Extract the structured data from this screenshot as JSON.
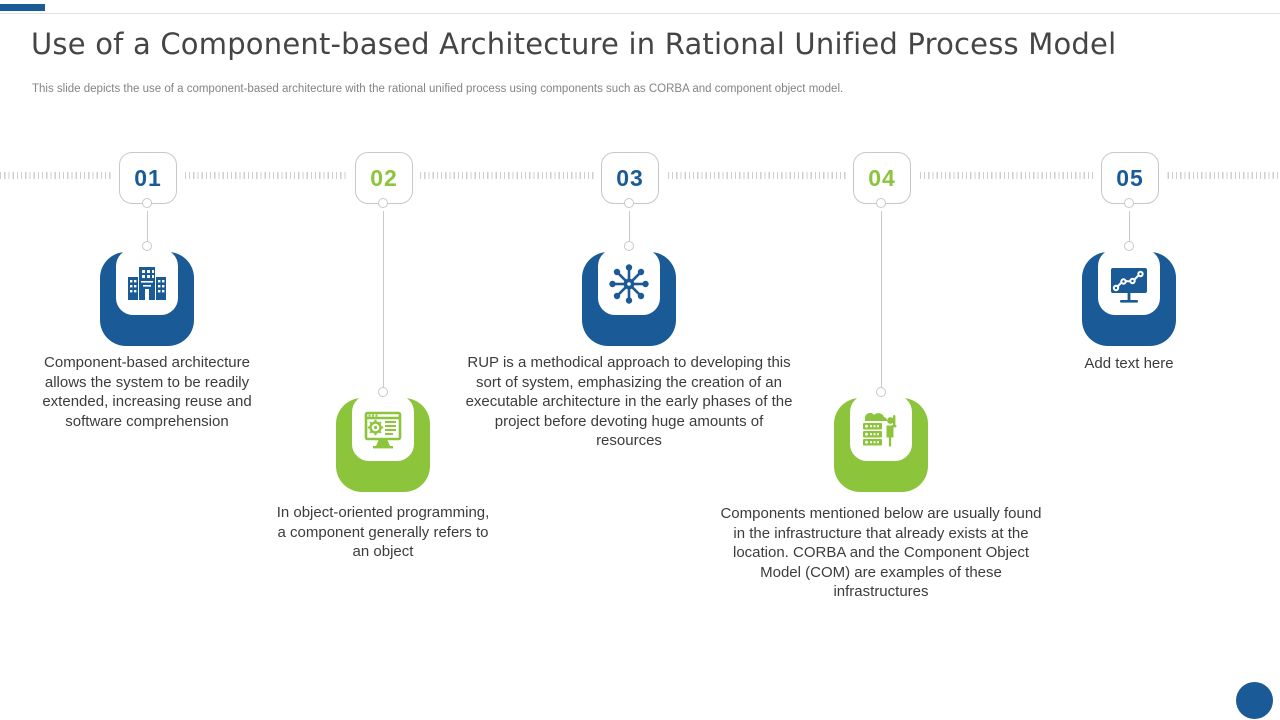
{
  "slide": {
    "title": "Use of a Component-based Architecture in Rational Unified Process Model",
    "subtitle": "This slide depicts the use of a component-based architecture with the rational unified process using components such as CORBA and component object model.",
    "colors": {
      "blue": "#1a5a96",
      "green": "#8cc43c",
      "line_gray": "#c9c9c9",
      "text_dark": "#3c3c3c",
      "text_muted": "#848484"
    }
  },
  "steps": [
    {
      "number": "01",
      "color": "blue",
      "icon": "buildings-icon",
      "text": "Component-based architecture allows the system to be readily extended, increasing reuse and software comprehension"
    },
    {
      "number": "02",
      "color": "green",
      "icon": "monitor-gear-icon",
      "text": "In object-oriented programming, a component generally refers to an object"
    },
    {
      "number": "03",
      "color": "blue",
      "icon": "network-hub-icon",
      "text": "RUP is a methodical approach to developing this sort of system, emphasizing the creation of an executable architecture in the early phases of the project before devoting huge amounts of resources"
    },
    {
      "number": "04",
      "color": "green",
      "icon": "server-technician-icon",
      "text": "Components mentioned below are usually found in the infrastructure that already exists at the location. CORBA and the Component Object Model (COM) are examples of these infrastructures"
    },
    {
      "number": "05",
      "color": "blue",
      "icon": "monitor-chart-icon",
      "text": "Add text here"
    }
  ]
}
